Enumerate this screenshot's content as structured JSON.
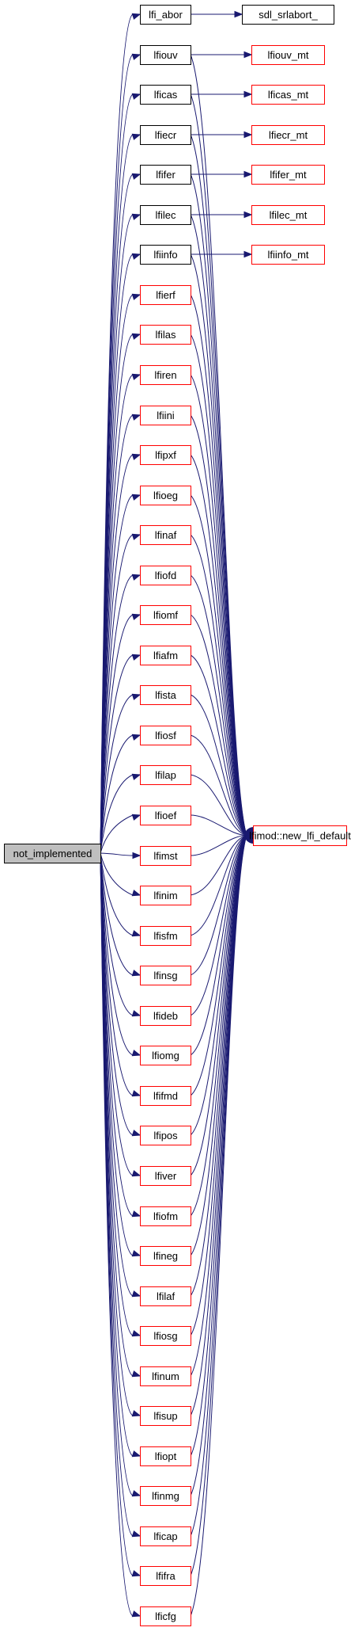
{
  "graph": {
    "colors": {
      "edge": "#191970",
      "border_linked": "#000000",
      "border_undocumented": "#ff0000",
      "fill_root": "#bfbfbf",
      "fill_node": "#ffffff"
    },
    "root": "not_implemented",
    "sink": "lfimod::new_lfi_default",
    "nodes": [
      {
        "id": "not_implemented",
        "label": "not_implemented",
        "style": "root"
      },
      {
        "id": "lfi_abor",
        "label": "lfi_abor",
        "style": "linked"
      },
      {
        "id": "lfiouv",
        "label": "lfiouv",
        "style": "linked"
      },
      {
        "id": "lficas",
        "label": "lficas",
        "style": "linked"
      },
      {
        "id": "lfiecr",
        "label": "lfiecr",
        "style": "linked"
      },
      {
        "id": "lfifer",
        "label": "lfifer",
        "style": "linked"
      },
      {
        "id": "lfilec",
        "label": "lfilec",
        "style": "linked"
      },
      {
        "id": "lfiinfo",
        "label": "lfiinfo",
        "style": "linked"
      },
      {
        "id": "lfierf",
        "label": "lfierf",
        "style": "undocumented"
      },
      {
        "id": "lfilas",
        "label": "lfilas",
        "style": "undocumented"
      },
      {
        "id": "lfiren",
        "label": "lfiren",
        "style": "undocumented"
      },
      {
        "id": "lfiini",
        "label": "lfiini",
        "style": "undocumented"
      },
      {
        "id": "lfipxf",
        "label": "lfipxf",
        "style": "undocumented"
      },
      {
        "id": "lfioeg",
        "label": "lfioeg",
        "style": "undocumented"
      },
      {
        "id": "lfinaf",
        "label": "lfinaf",
        "style": "undocumented"
      },
      {
        "id": "lfiofd",
        "label": "lfiofd",
        "style": "undocumented"
      },
      {
        "id": "lfiomf",
        "label": "lfiomf",
        "style": "undocumented"
      },
      {
        "id": "lfiafm",
        "label": "lfiafm",
        "style": "undocumented"
      },
      {
        "id": "lfista",
        "label": "lfista",
        "style": "undocumented"
      },
      {
        "id": "lfiosf",
        "label": "lfiosf",
        "style": "undocumented"
      },
      {
        "id": "lfilap",
        "label": "lfilap",
        "style": "undocumented"
      },
      {
        "id": "lfioef",
        "label": "lfioef",
        "style": "undocumented"
      },
      {
        "id": "lfimst",
        "label": "lfimst",
        "style": "undocumented"
      },
      {
        "id": "lfinim",
        "label": "lfinim",
        "style": "undocumented"
      },
      {
        "id": "lfisfm",
        "label": "lfisfm",
        "style": "undocumented"
      },
      {
        "id": "lfinsg",
        "label": "lfinsg",
        "style": "undocumented"
      },
      {
        "id": "lfideb",
        "label": "lfideb",
        "style": "undocumented"
      },
      {
        "id": "lfiomg",
        "label": "lfiomg",
        "style": "undocumented"
      },
      {
        "id": "lfifmd",
        "label": "lfifmd",
        "style": "undocumented"
      },
      {
        "id": "lfipos",
        "label": "lfipos",
        "style": "undocumented"
      },
      {
        "id": "lfiver",
        "label": "lfiver",
        "style": "undocumented"
      },
      {
        "id": "lfiofm",
        "label": "lfiofm",
        "style": "undocumented"
      },
      {
        "id": "lfineg",
        "label": "lfineg",
        "style": "undocumented"
      },
      {
        "id": "lfilaf",
        "label": "lfilaf",
        "style": "undocumented"
      },
      {
        "id": "lfiosg",
        "label": "lfiosg",
        "style": "undocumented"
      },
      {
        "id": "lfinum",
        "label": "lfinum",
        "style": "undocumented"
      },
      {
        "id": "lfisup",
        "label": "lfisup",
        "style": "undocumented"
      },
      {
        "id": "lfiopt",
        "label": "lfiopt",
        "style": "undocumented"
      },
      {
        "id": "lfinmg",
        "label": "lfinmg",
        "style": "undocumented"
      },
      {
        "id": "lficap",
        "label": "lficap",
        "style": "undocumented"
      },
      {
        "id": "lfifra",
        "label": "lfifra",
        "style": "undocumented"
      },
      {
        "id": "lficfg",
        "label": "lficfg",
        "style": "undocumented"
      },
      {
        "id": "sdl_srlabort_",
        "label": "sdl_srlabort_",
        "style": "linked"
      },
      {
        "id": "lfiouv_mt",
        "label": "lfiouv_mt",
        "style": "undocumented"
      },
      {
        "id": "lficas_mt",
        "label": "lficas_mt",
        "style": "undocumented"
      },
      {
        "id": "lfiecr_mt",
        "label": "lfiecr_mt",
        "style": "undocumented"
      },
      {
        "id": "lfifer_mt",
        "label": "lfifer_mt",
        "style": "undocumented"
      },
      {
        "id": "lfilec_mt",
        "label": "lfilec_mt",
        "style": "undocumented"
      },
      {
        "id": "lfiinfo_mt",
        "label": "lfiinfo_mt",
        "style": "undocumented"
      },
      {
        "id": "lfimod_new_lfi_default",
        "label": "lfimod::new_lfi_default",
        "style": "undocumented"
      }
    ],
    "side_edges": [
      {
        "from": "lfi_abor",
        "to": "sdl_srlabort_"
      },
      {
        "from": "lfiouv",
        "to": "lfiouv_mt"
      },
      {
        "from": "lficas",
        "to": "lficas_mt"
      },
      {
        "from": "lfiecr",
        "to": "lfiecr_mt"
      },
      {
        "from": "lfifer",
        "to": "lfifer_mt"
      },
      {
        "from": "lfilec",
        "to": "lfilec_mt"
      },
      {
        "from": "lfiinfo",
        "to": "lfiinfo_mt"
      }
    ]
  }
}
